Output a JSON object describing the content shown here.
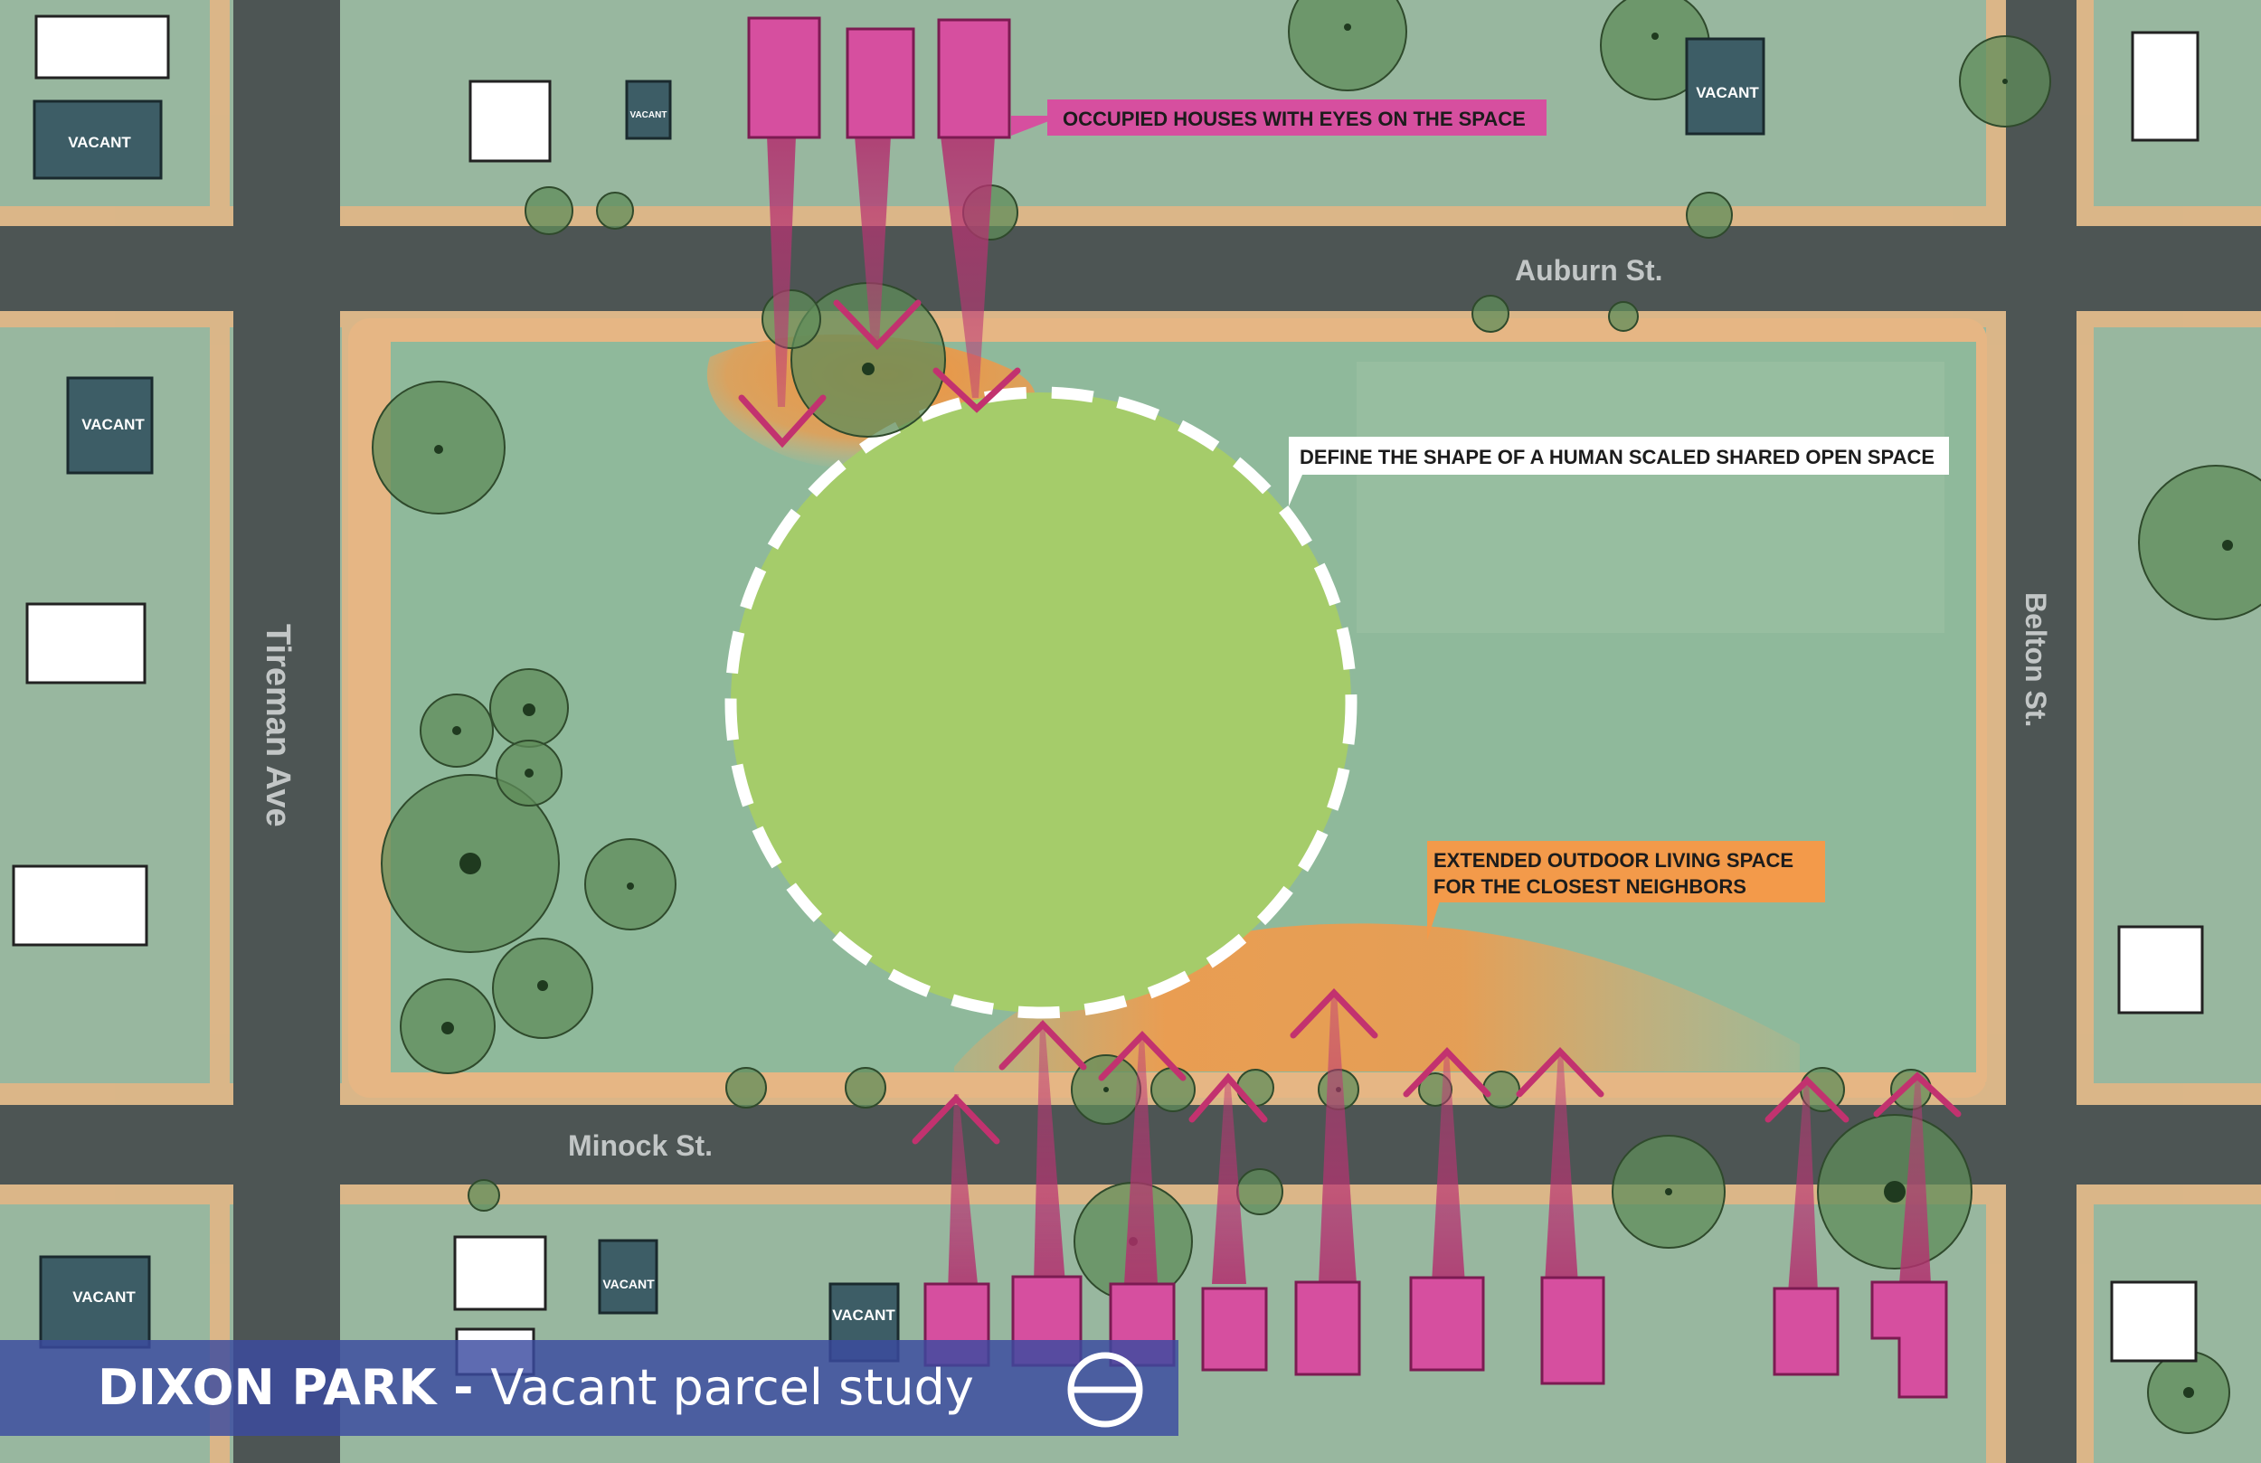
{
  "map": {
    "title_bold": "DIXON PARK - ",
    "title_light": "Vacant parcel study",
    "streets": {
      "auburn": "Auburn St.",
      "minock": "Minock St.",
      "tireman": "Tireman Ave",
      "belton": "Belton St."
    },
    "callouts": {
      "occupied": "OCCUPIED HOUSES WITH EYES ON THE SPACE",
      "define": "DEFINE THE SHAPE OF A HUMAN SCALED SHARED OPEN SPACE",
      "extended_line1": "EXTENDED OUTDOOR LIVING SPACE",
      "extended_line2": "FOR THE CLOSEST NEIGHBORS"
    },
    "vacant_label": "VACANT",
    "colors": {
      "grass": "#93b39b",
      "park": "#8fb99b",
      "street": "#4d5554",
      "sidewalk": "#e6b684",
      "open_space": "#a5cc6a",
      "occupied_house": "#d64f9f",
      "vacant_house": "#3d5d66",
      "tree": "#5f8c59",
      "arrow": "#b32e6e",
      "extended_space": "#f39a4a",
      "title_bar": "#3a4aa0"
    },
    "icons": [
      "compass-north-arrow-icon"
    ]
  }
}
